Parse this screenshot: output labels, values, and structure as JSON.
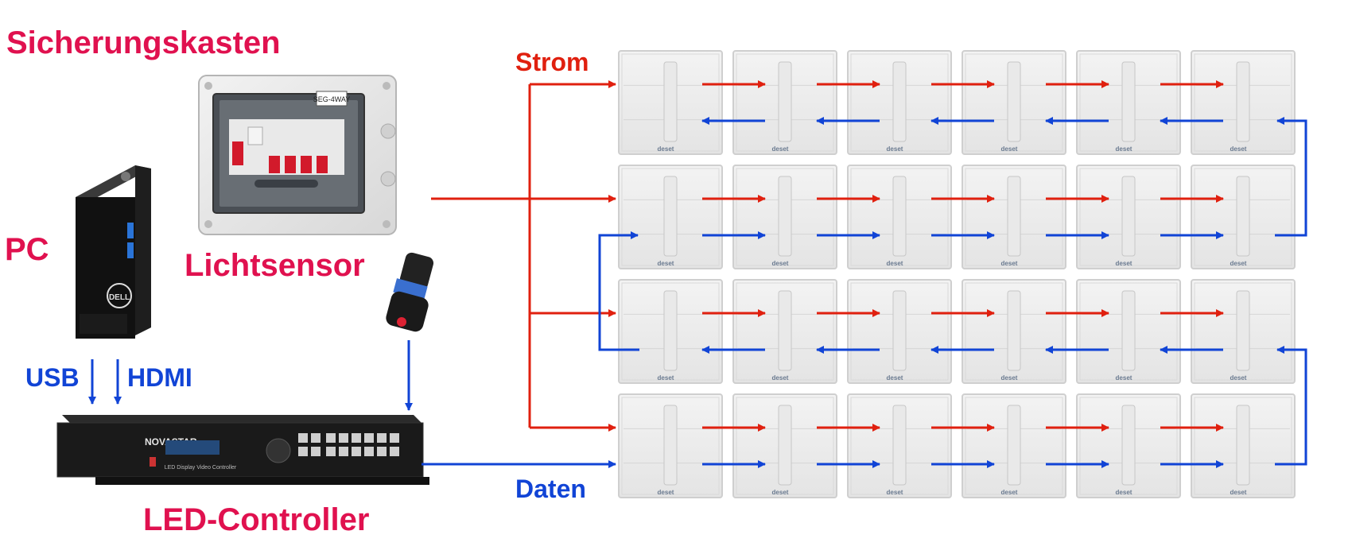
{
  "labels": {
    "fuse_box": "Sicherungskasten",
    "pc": "PC",
    "light_sensor": "Lichtsensor",
    "usb": "USB",
    "hdmi": "HDMI",
    "led_controller": "LED-Controller",
    "power": "Strom",
    "data": "Daten"
  },
  "devices": {
    "fuse_box_tag": "SEG-4WAY",
    "pc_logo": "DELL",
    "controller_brand": "NOVASTAR",
    "controller_caption": "LED Display Video Controller"
  },
  "cabinets": {
    "rows": 4,
    "cols": 6,
    "brand": "deset"
  },
  "colors": {
    "power": "#e0200f",
    "data": "#1144d6",
    "label_pink": "#e0114f",
    "label_blue": "#1144d6"
  }
}
